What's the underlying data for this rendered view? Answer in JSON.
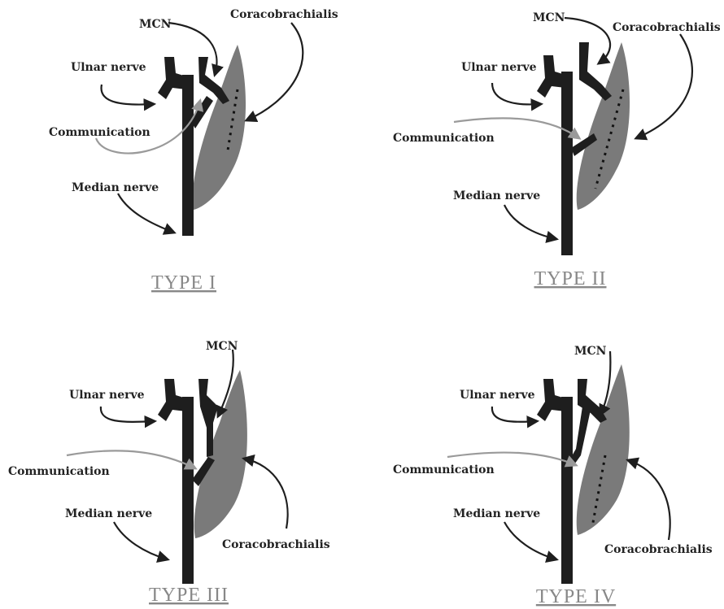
{
  "figure": {
    "panels": [
      {
        "title": "TYPE I",
        "labels": {
          "mcn": "MCN",
          "coracobrachialis": "Coracobrachialis",
          "ulnar": "Ulnar nerve",
          "communication": "Communication",
          "median": "Median nerve"
        }
      },
      {
        "title": "TYPE II",
        "labels": {
          "mcn": "MCN",
          "coracobrachialis": "Coracobrachialis",
          "ulnar": "Ulnar nerve",
          "communication": "Communication",
          "median": "Median nerve"
        }
      },
      {
        "title": "TYPE III",
        "labels": {
          "mcn": "MCN",
          "coracobrachialis": "Coracobrachialis",
          "ulnar": "Ulnar nerve",
          "communication": "Communication",
          "median": "Median nerve"
        }
      },
      {
        "title": "TYPE IV",
        "labels": {
          "mcn": "MCN",
          "coracobrachialis": "Coracobrachialis",
          "ulnar": "Ulnar nerve",
          "communication": "Communication",
          "median": "Median nerve"
        }
      }
    ],
    "colors": {
      "nerve": "#1e1e1e",
      "muscle": "#7a7a7a",
      "communication_arrow": "#9a9a9a",
      "title": "#888888"
    }
  }
}
